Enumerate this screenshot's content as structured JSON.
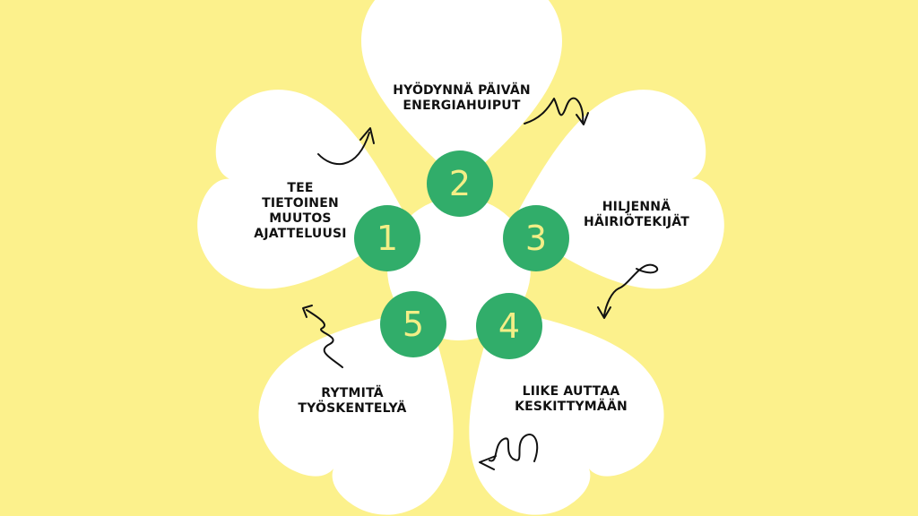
{
  "colors": {
    "background": "#fcf18c",
    "petal": "#ffffff",
    "step_circle": "#31ad6a",
    "step_number": "#f3ee86",
    "label_text": "#111111",
    "arrow": "#111111"
  },
  "steps": [
    {
      "number": "1",
      "label": "TEE\nTIETOINEN\nMUUTOS\nAJATTELUUSI"
    },
    {
      "number": "2",
      "label": "HYÖDYNNÄ PÄIVÄN\nENERGIAHUIPUT"
    },
    {
      "number": "3",
      "label": "HILJENNÄ\nHÄIRIÖTEKIJÄT"
    },
    {
      "number": "4",
      "label": "LIIKE AUTTAA\nKESKITTYMÄÄN"
    },
    {
      "number": "5",
      "label": "RYTMITÄ\nTYÖSKENTELYÄ"
    }
  ]
}
